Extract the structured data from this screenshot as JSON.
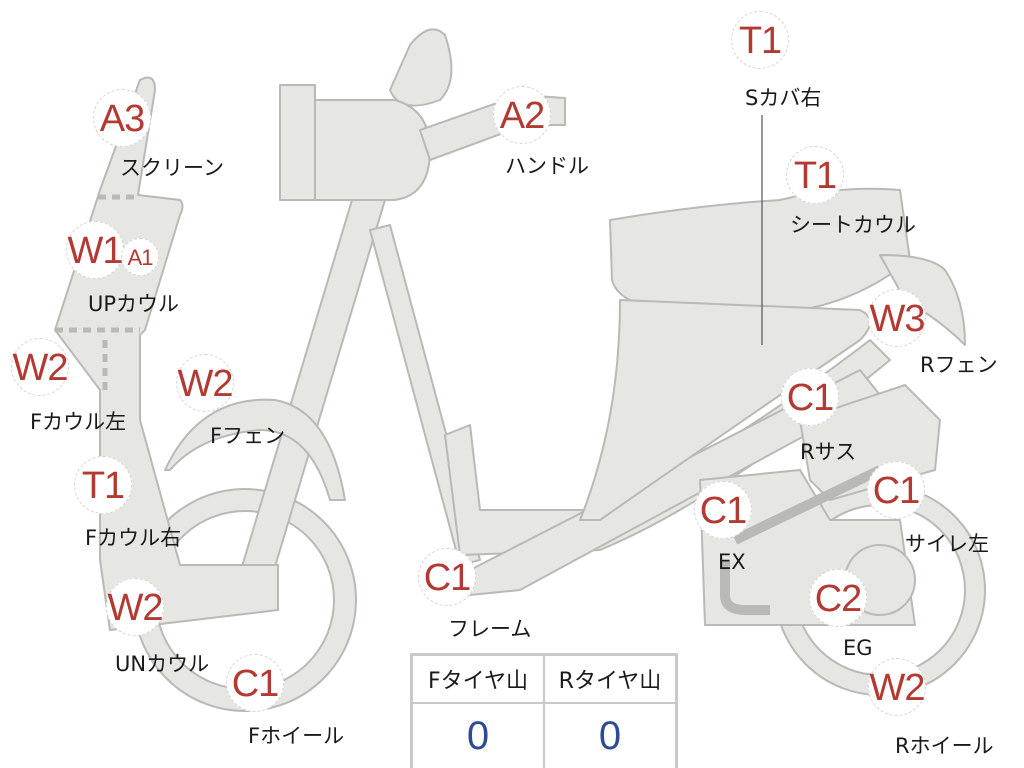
{
  "parts": [
    {
      "code": "A3",
      "label": "スクリーン"
    },
    {
      "code": "W1",
      "label": "UPカウル",
      "sub_code": "A1"
    },
    {
      "code": "W2",
      "label": "Fカウル左"
    },
    {
      "code": "T1",
      "label": "Fカウル右"
    },
    {
      "code": "W2",
      "label": "UNカウル"
    },
    {
      "code": "C1",
      "label": "Fホイール"
    },
    {
      "code": "W2",
      "label": "Fフェン"
    },
    {
      "code": "A2",
      "label": "ハンドル"
    },
    {
      "code": "C1",
      "label": "フレーム"
    },
    {
      "code": "T1",
      "label": "Sカバ右"
    },
    {
      "code": "T1",
      "label": "シートカウル"
    },
    {
      "code": "W3",
      "label": "Rフェン"
    },
    {
      "code": "C1",
      "label": "Rサス"
    },
    {
      "code": "C1",
      "label": "EX"
    },
    {
      "code": "C1",
      "label": "サイレ左"
    },
    {
      "code": "C2",
      "label": "EG"
    },
    {
      "code": "W2",
      "label": "Rホイール"
    }
  ],
  "tire_table": {
    "headers": [
      "Fタイヤ山",
      "Rタイヤ山"
    ],
    "values": [
      "0",
      "0"
    ]
  },
  "colors": {
    "code_text": "#b23a33",
    "body_fill": "#e6e6e3",
    "body_stroke": "#b9b9b6",
    "value_text": "#2d4a94"
  }
}
